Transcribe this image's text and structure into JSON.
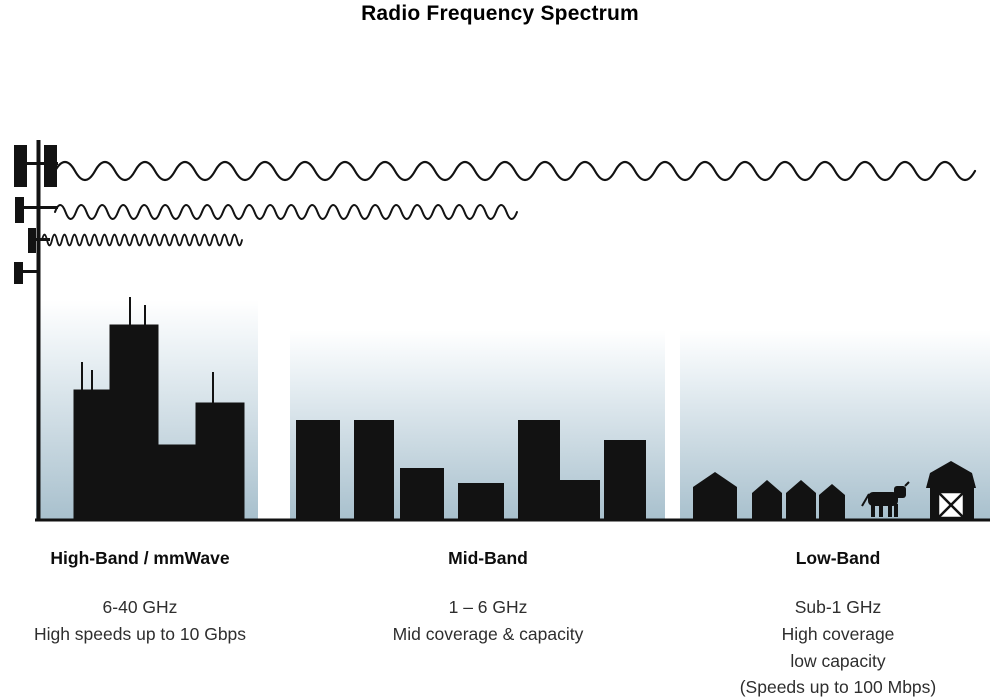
{
  "title": "Radio Frequency Spectrum",
  "bands": [
    {
      "name": "High-Band / mmWave",
      "lines": [
        "6-40 GHz",
        "High speeds up to 10 Gbps"
      ]
    },
    {
      "name": "Mid-Band",
      "lines": [
        "1 – 6 GHz",
        "Mid coverage & capacity"
      ]
    },
    {
      "name": "Low-Band",
      "lines": [
        "Sub-1 GHz",
        "High coverage",
        "low capacity",
        "(Speeds up to 100 Mbps)"
      ]
    }
  ],
  "colors": {
    "ink": "#121212",
    "text": "#2e2e2e",
    "haze_top": "#ffffff",
    "haze_bottom": "#a8c0cd"
  },
  "icons": {
    "cell-tower-icon": "antenna mast silhouette",
    "wave-long-icon": "low-frequency sine wave",
    "wave-medium-icon": "mid-frequency sine wave",
    "wave-short-icon": "high-frequency sine wave",
    "highband-skyline-icon": "tall city buildings silhouette",
    "midband-skyline-icon": "mid-rise buildings silhouette",
    "house-icon": "gabled house silhouette",
    "cow-icon": "cow silhouette",
    "barn-icon": "barn with X door"
  }
}
